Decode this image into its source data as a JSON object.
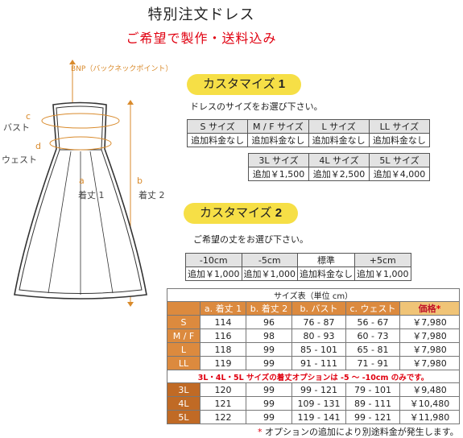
{
  "header": {
    "title": "特別注文ドレス",
    "subtitle": "ご希望で製作・送料込み"
  },
  "diagram": {
    "bnp": "BNP（バックネックポイント）",
    "c": "c",
    "bust": "バスト",
    "d": "d",
    "waist": "ウェスト",
    "a": "a",
    "length1": "着丈 1",
    "b": "b",
    "length2": "着丈 2"
  },
  "custom1": {
    "label": "カスタマイズ",
    "num": "1",
    "hint": "ドレスのサイズをお選び下さい。",
    "row1_headers": [
      "S サイズ",
      "M / F サイズ",
      "L サイズ",
      "LL サイズ"
    ],
    "row1_values": [
      "追加料金なし",
      "追加料金なし",
      "追加料金なし",
      "追加料金なし"
    ],
    "row2_headers": [
      "3L サイズ",
      "4L サイズ",
      "5L サイズ"
    ],
    "row2_values": [
      "追加￥1,500",
      "追加￥2,500",
      "追加￥4,000"
    ]
  },
  "custom2": {
    "label": "カスタマイズ",
    "num": "2",
    "hint": "ご希望の丈をお選び下さい。",
    "headers": [
      "-10cm",
      "-5cm",
      "標準",
      "+5cm"
    ],
    "values": [
      "追加￥1,000",
      "追加￥1,000",
      "追加料金なし",
      "追加￥1,000"
    ]
  },
  "size_table": {
    "caption": "サイズ表（単位 cm）",
    "headers": [
      "",
      "a. 着丈 1",
      "b. 着丈 2",
      "b. バスト",
      "c. ウェスト",
      "価格"
    ],
    "price_star": "*",
    "rows_a": [
      [
        "S",
        "114",
        "96",
        "76 - 87",
        "56 - 67",
        "￥7,980"
      ],
      [
        "M / F",
        "116",
        "98",
        "80 - 93",
        "60 - 73",
        "￥7,980"
      ],
      [
        "L",
        "118",
        "99",
        "85 - 101",
        "65 - 81",
        "￥7,980"
      ],
      [
        "LL",
        "119",
        "99",
        "91 - 111",
        "71 - 91",
        "￥7,980"
      ]
    ],
    "note": "3L・4L・5L サイズの着丈オプションは -5 ～ -10cm のみです。",
    "rows_b": [
      [
        "3L",
        "120",
        "99",
        "99 - 121",
        "79 - 101",
        "￥9,480"
      ],
      [
        "4L",
        "121",
        "99",
        "109 - 131",
        "89 - 111",
        "￥10,480"
      ],
      [
        "5L",
        "122",
        "99",
        "119 - 141",
        "99 - 121",
        "￥11,980"
      ]
    ],
    "footnote_star": "*",
    "footnote": " オプションの追加により別途料金が発生します。"
  }
}
